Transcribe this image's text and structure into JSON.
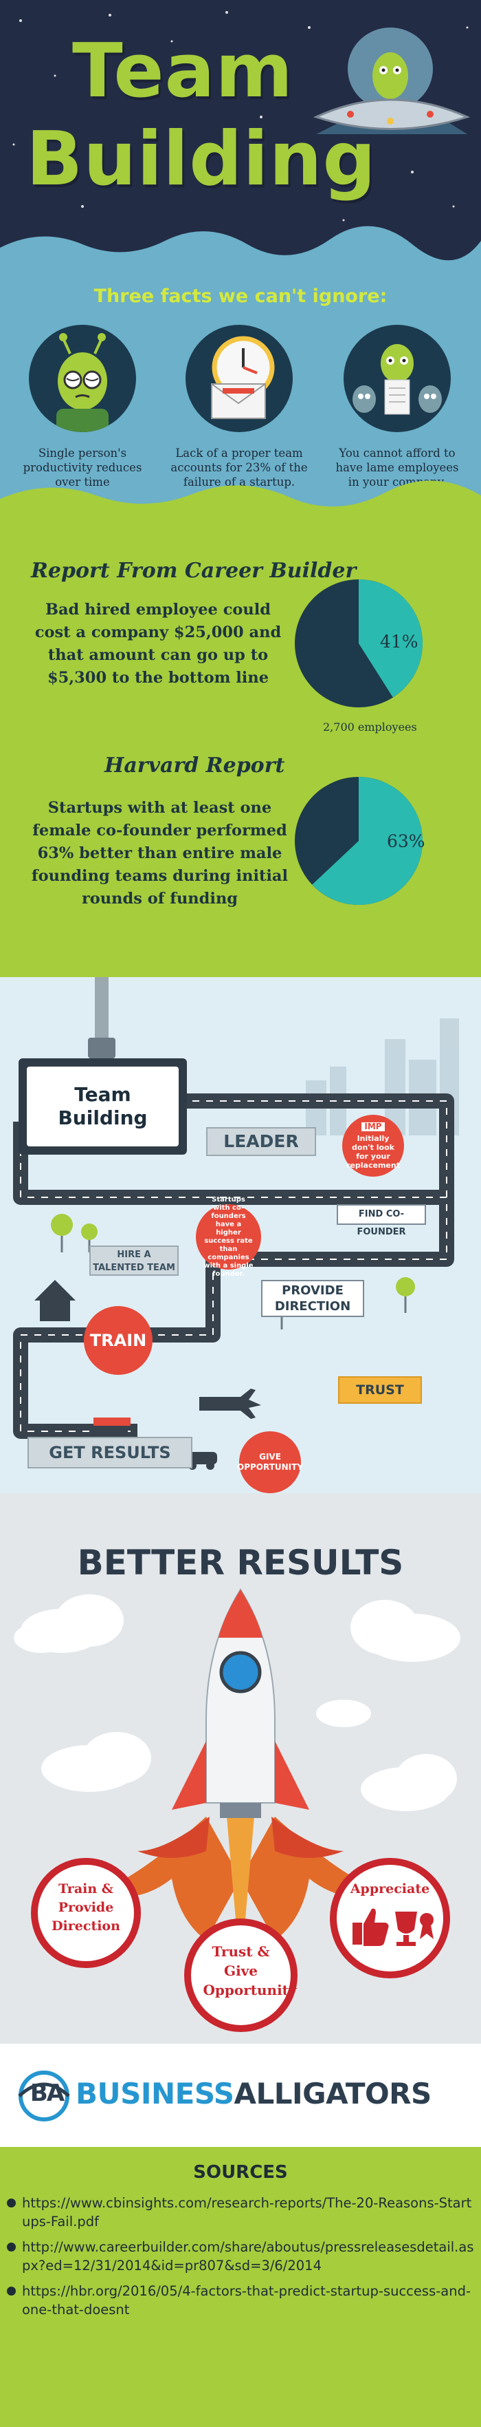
{
  "header": {
    "title_line1": "Team",
    "title_line2": "Building"
  },
  "facts": {
    "heading": "Three facts we can't ignore:",
    "items": [
      {
        "caption": "Single person's productivity reduces over time",
        "icon": "tired-alien-icon"
      },
      {
        "caption": "Lack of a proper team accounts for 23% of the failure of a startup.",
        "icon": "clock-envelope-icon"
      },
      {
        "caption": "You cannot afford to have lame employees in your company.",
        "icon": "alien-group-icon"
      }
    ]
  },
  "reports": {
    "career_builder": {
      "title": "Report From Career Builder",
      "text": "Bad hired employee could cost a company $25,000 and that amount can go up to $5,300 to the bottom line",
      "pie_label": "41%",
      "pie_value": 41,
      "pie_subtitle": "2,700 employees"
    },
    "harvard": {
      "title": "Harvard Report",
      "text": "Startups with at least one female co-founder performed 63% better than entire male founding teams during initial rounds of funding",
      "pie_label": "63%",
      "pie_value": 63
    },
    "colors": {
      "pie_dark": "#1d3a4c",
      "pie_light": "#2bbab0"
    }
  },
  "map": {
    "badge_title": "Team Building",
    "leader": "LEADER",
    "imp_tag": "IMP",
    "imp_text": "Initially don't look for your replacement",
    "find_cofounder": "FIND CO-FOUNDER",
    "hire_team": "HIRE A TALENTED TEAM",
    "startups_note": "Startups with co-founders have a higher success rate than companies with a single founder.",
    "provide_direction": "PROVIDE DIRECTION",
    "train": "TRAIN",
    "trust": "TRUST",
    "give_opportunity": "GIVE OPPORTUNITY",
    "get_results": "GET RESULTS"
  },
  "results": {
    "title": "BETTER RESULTS",
    "left": "Train & Provide Direction",
    "middle": "Trust & Give Opportunity",
    "right": "Appreciate"
  },
  "logo": {
    "initials": "BA",
    "word1": "BUSINESS",
    "word2": "ALLIGATORS",
    "colors": {
      "blue": "#2696d0",
      "dark": "#2d3e4f"
    }
  },
  "sources": {
    "title": "SOURCES",
    "items": [
      "https://www.cbinsights.com/research-reports/The-20-Reasons-Startups-Fail.pdf",
      "http://www.careerbuilder.com/share/aboutus/pressreleasesdetail.aspx?ed=12/31/2014&id=pr807&sd=3/6/2014",
      "https://hbr.org/2016/05/4-factors-that-predict-startup-success-and-one-that-doesnt"
    ]
  }
}
